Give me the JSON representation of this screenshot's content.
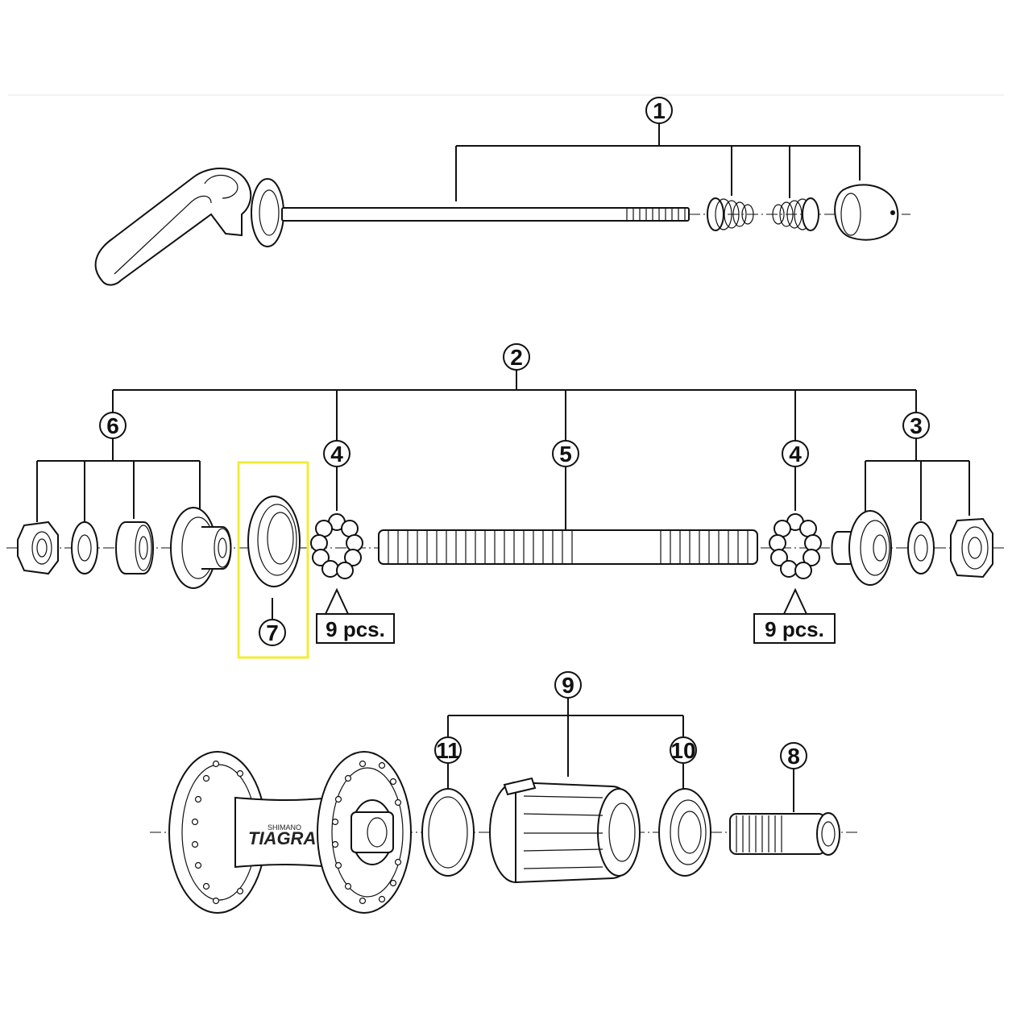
{
  "diagram": {
    "callouts": {
      "c1": "1",
      "c2": "2",
      "c3": "3",
      "c4a": "4",
      "c4b": "4",
      "c5": "5",
      "c6": "6",
      "c7": "7",
      "c8": "8",
      "c9": "9",
      "c10": "10",
      "c11": "11"
    },
    "quantity_left": "9 pcs.",
    "quantity_right": "9 pcs.",
    "brand_top": "SHIMANO",
    "brand_name": "TIAGRA",
    "highlight_color": "#f2ec3a"
  }
}
